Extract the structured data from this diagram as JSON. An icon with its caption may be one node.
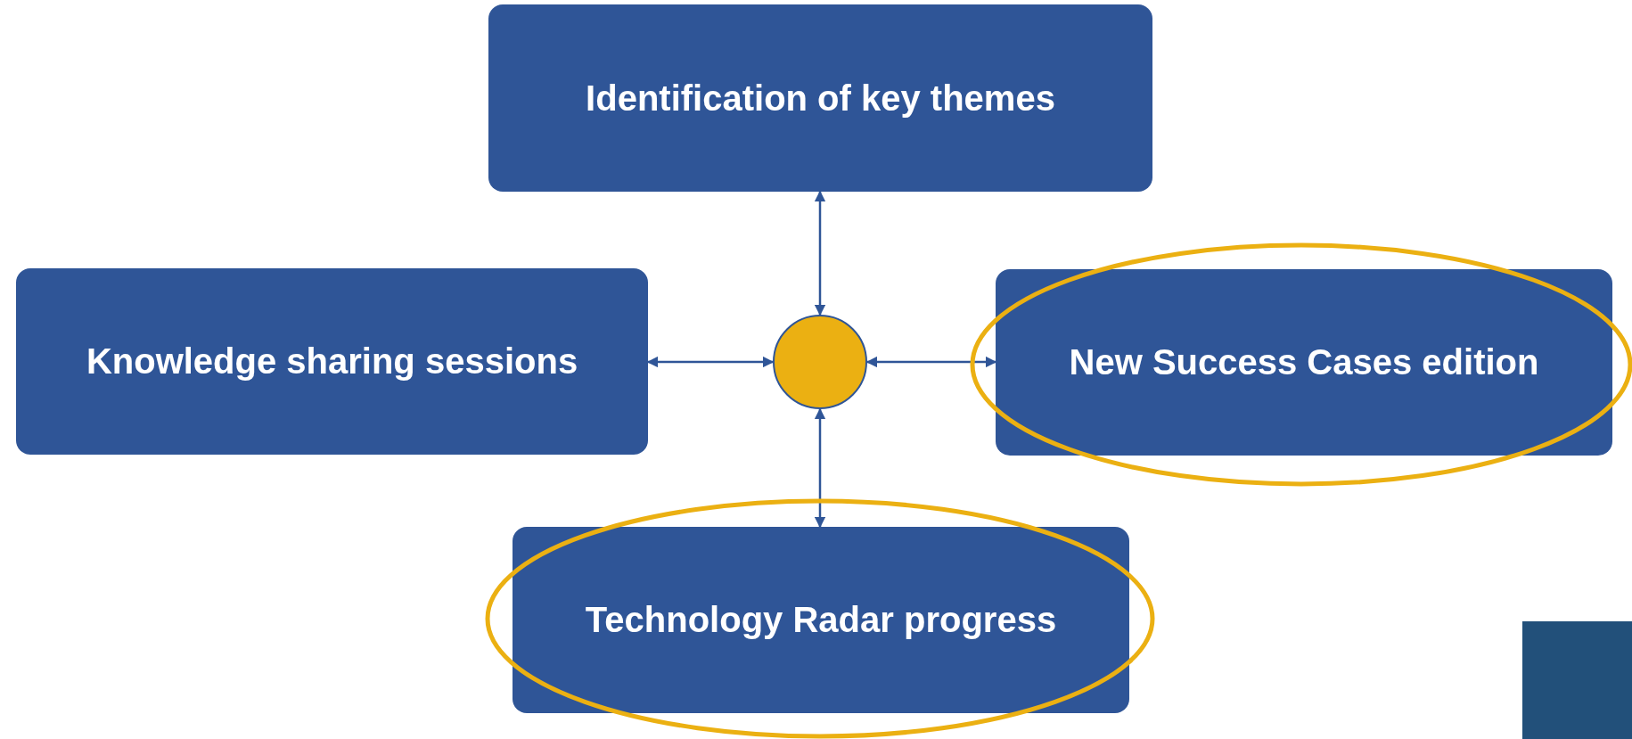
{
  "diagram": {
    "nodes": [
      {
        "text": [
          "Identification of key themes"
        ]
      },
      {
        "text": [
          "Knowledge sharing sessions"
        ]
      },
      {
        "text": [],
        "shape": "circle"
      },
      {
        "text": [
          "New Success Cases edition"
        ]
      },
      {
        "text": [
          "Technology Radar progress"
        ]
      }
    ],
    "edges": [
      {
        "from": 2,
        "to": 0,
        "arrow": "both"
      },
      {
        "from": 2,
        "to": 1,
        "arrow": "both"
      },
      {
        "from": 2,
        "to": 3,
        "arrow": "both"
      },
      {
        "from": 2,
        "to": 4,
        "arrow": "both"
      }
    ]
  }
}
